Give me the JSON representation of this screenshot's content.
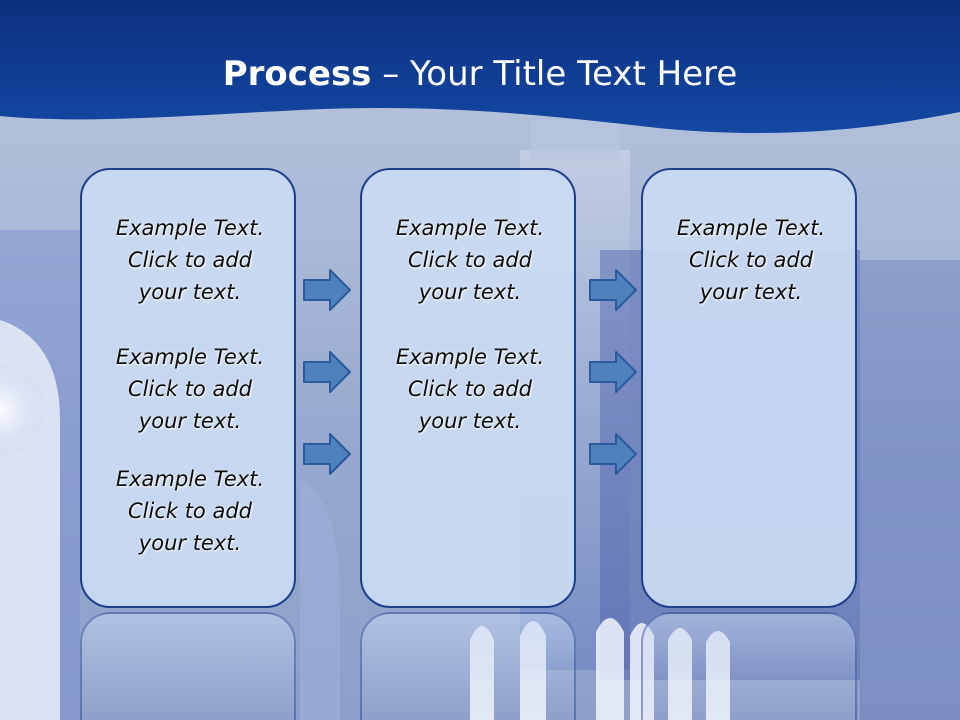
{
  "slide": {
    "title_bold": "Process",
    "title_rest": " – Your Title Text Here"
  },
  "diagram": {
    "box1": {
      "text1": [
        "Example Text.",
        "Click  to add",
        "your text."
      ],
      "text2": [
        "Example Text.",
        "Click  to add",
        "your text."
      ],
      "text3": [
        "Example Text.",
        "Click  to add",
        "your text."
      ]
    },
    "box2": {
      "text1": [
        "Example Text.",
        "Click  to add",
        "your text."
      ],
      "text2": [
        "Example Text.",
        "Click  to add",
        "your text."
      ]
    },
    "box3": {
      "text1": [
        "Example Text.",
        "Click  to add",
        "your text."
      ]
    }
  },
  "colors": {
    "header_blue": "#0d3a8e",
    "box_fill": "#c9daf3",
    "box_border": "#1f3f8c",
    "arrow_fill": "#4f81bd",
    "arrow_stroke": "#2c5a9c"
  }
}
